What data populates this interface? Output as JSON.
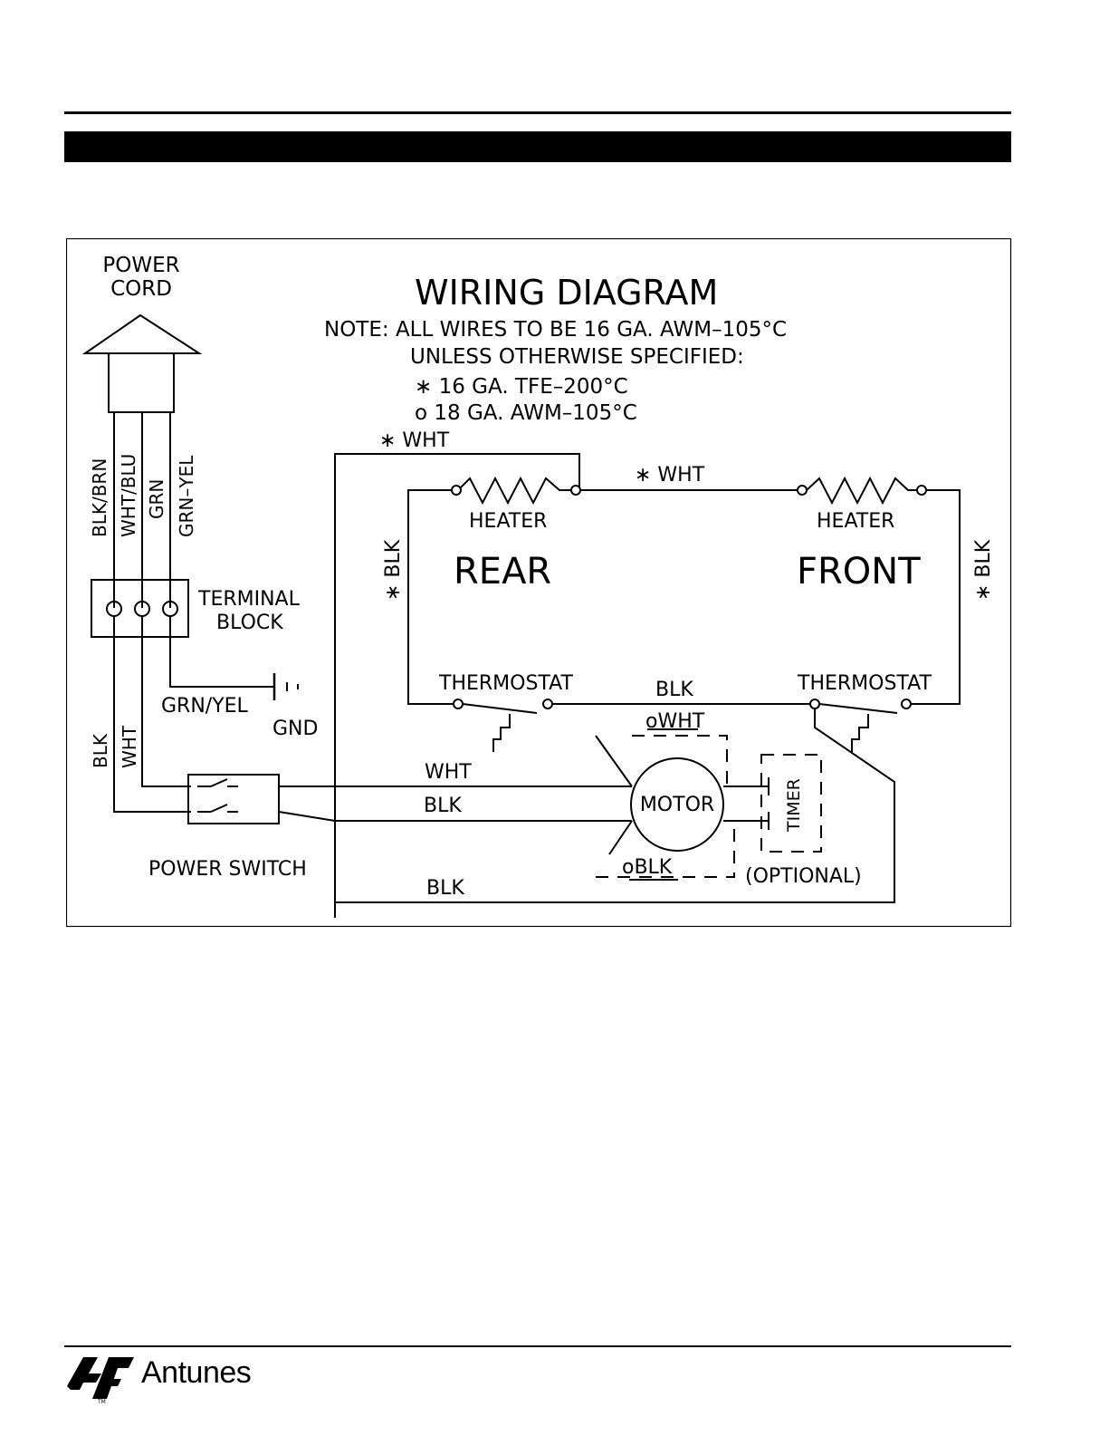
{
  "diagram": {
    "title": "WIRING DIAGRAM",
    "note": {
      "line1": "NOTE:  ALL WIRES TO BE 16 GA. AWM–105°C",
      "line2": "UNLESS OTHERWISE SPECIFIED:",
      "line3": "∗ 16 GA. TFE–200°C",
      "line4": "o 18 GA. AWM–105°C"
    },
    "labels": {
      "power_cord_1": "POWER",
      "power_cord_2": "CORD",
      "wire_blk_brn": "BLK/BRN",
      "wire_wht_blu": "WHT/BLU",
      "wire_grn": "GRN",
      "wire_grn_yel": "GRN–YEL",
      "terminal_1": "TERMINAL",
      "terminal_2": "BLOCK",
      "grn_yel": "GRN/YEL",
      "gnd": "GND",
      "blk_left": "BLK",
      "wht_left": "WHT",
      "power_switch": "POWER  SWITCH",
      "top_wht": "∗ WHT",
      "mid_wht": "∗ WHT",
      "left_blk": "∗ BLK",
      "right_blk": "∗ BLK",
      "heater_rear": "HEATER",
      "heater_front": "HEATER",
      "rear": "REAR",
      "front": "FRONT",
      "thermostat_rear": "THERMOSTAT",
      "thermostat_front": "THERMOSTAT",
      "blk_between": "BLK",
      "o_wht": "oWHT",
      "wht_motor": "WHT",
      "blk_motor": "BLK",
      "motor": "MOTOR",
      "o_blk": "oBLK",
      "timer": "TIMER",
      "optional": "(OPTIONAL)",
      "blk_bottom": "BLK"
    }
  },
  "footer": {
    "brand": "Antunes",
    "trademark": "TM"
  }
}
